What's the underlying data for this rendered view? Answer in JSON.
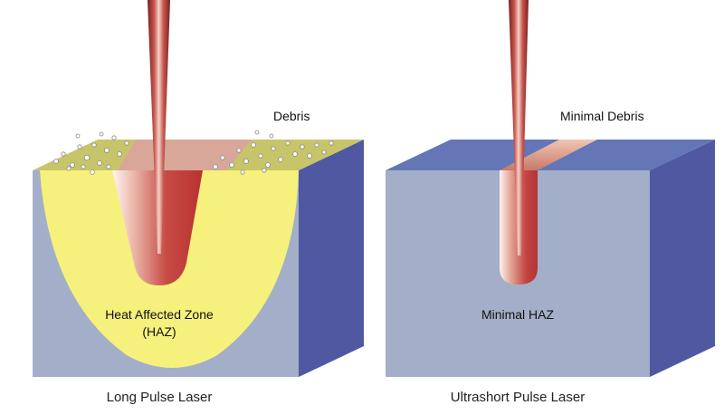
{
  "left_panel": {
    "debris_label": "Debris",
    "haz_label_line1": "Heat Affected Zone",
    "haz_label_line2": "(HAZ)",
    "caption": "Long Pulse Laser"
  },
  "right_panel": {
    "debris_label": "Minimal Debris",
    "haz_label": "Minimal HAZ",
    "caption": "Ultrashort Pulse Laser"
  },
  "colors": {
    "block_front": "#a3afc8",
    "block_top": "#6476b6",
    "block_side": "#4f58a0",
    "haz": "#f6f07c",
    "laser": "#b03a3a"
  }
}
